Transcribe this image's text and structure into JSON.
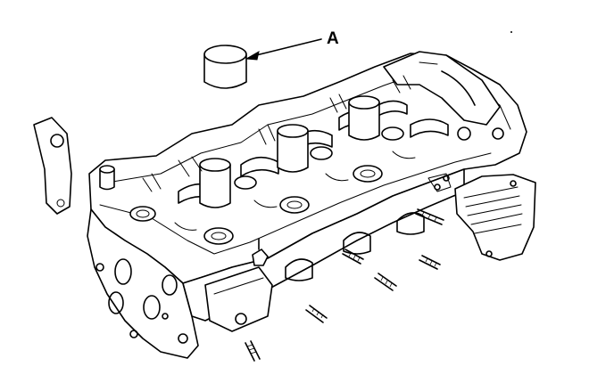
{
  "figure": {
    "callout_label": "A",
    "colors": {
      "ink": "#000000",
      "paper": "#ffffff"
    },
    "parts": [
      "cylinder-head",
      "valve-lifter",
      "camshaft-journals",
      "valve-lifters-installed",
      "studs",
      "lifting-bracket",
      "rear-cover-plate"
    ]
  }
}
